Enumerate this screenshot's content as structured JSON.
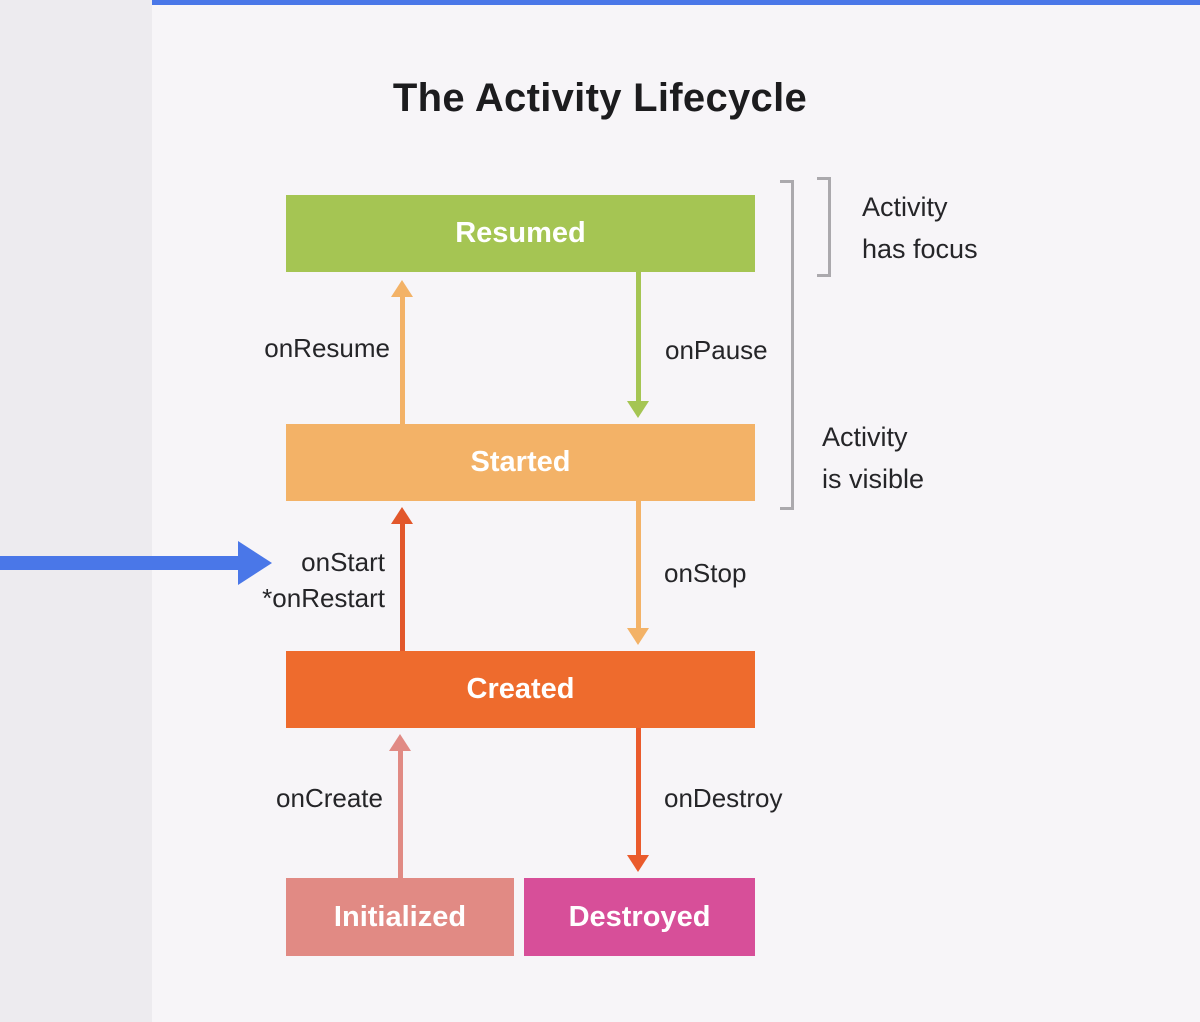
{
  "title": "The Activity Lifecycle",
  "colors": {
    "background": "#f7f5f8",
    "left_margin": "#edebef",
    "top_bar": "#4a77e8",
    "pointer_arrow": "#4a77e8",
    "bracket": "#aba9ad",
    "label_text": "#252528"
  },
  "states": {
    "resumed": {
      "label": "Resumed",
      "color": "#a5c553"
    },
    "started": {
      "label": "Started",
      "color": "#f3b267"
    },
    "created": {
      "label": "Created",
      "color": "#ee6b2d"
    },
    "initialized": {
      "label": "Initialized",
      "color": "#e18a84"
    },
    "destroyed": {
      "label": "Destroyed",
      "color": "#d74f99"
    }
  },
  "transitions": {
    "onResume": {
      "label": "onResume",
      "color": "#f3b267",
      "direction": "up"
    },
    "onPause": {
      "label": "onPause",
      "color": "#a5c553",
      "direction": "down"
    },
    "onStart": {
      "label": "onStart",
      "label2": "*onRestart",
      "color": "#e2572b",
      "direction": "up"
    },
    "onStop": {
      "label": "onStop",
      "color": "#f3b267",
      "direction": "down"
    },
    "onCreate": {
      "label": "onCreate",
      "color": "#e18a84",
      "direction": "up"
    },
    "onDestroy": {
      "label": "onDestroy",
      "color": "#ea5b2c",
      "direction": "down"
    }
  },
  "annotations": {
    "has_focus": {
      "line1": "Activity",
      "line2": "has focus"
    },
    "is_visible": {
      "line1": "Activity",
      "line2": "is visible"
    }
  }
}
